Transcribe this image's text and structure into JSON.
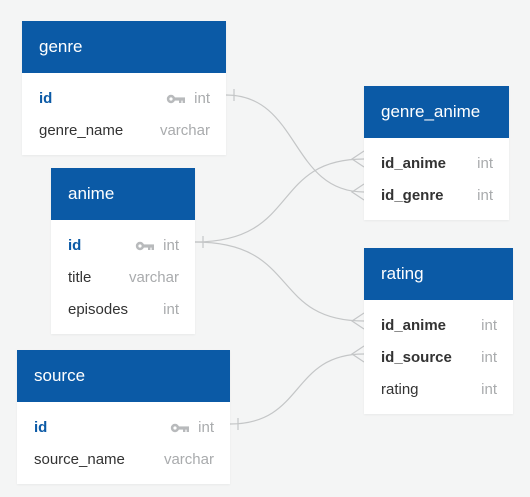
{
  "colors": {
    "header": "#0b5aa6",
    "primary_key": "#0b5aa6",
    "link": "#c4c6c7",
    "type_text": "#a9abad",
    "background": "#f4f5f5"
  },
  "tables": {
    "genre": {
      "name": "genre",
      "rows": [
        {
          "name": "id",
          "type": "int",
          "icon": "key-icon"
        },
        {
          "name": "genre_name",
          "type": "varchar"
        }
      ]
    },
    "anime": {
      "name": "anime",
      "rows": [
        {
          "name": "id",
          "type": "int",
          "icon": "key-icon"
        },
        {
          "name": "title",
          "type": "varchar"
        },
        {
          "name": "episodes",
          "type": "int"
        }
      ]
    },
    "source": {
      "name": "source",
      "rows": [
        {
          "name": "id",
          "type": "int",
          "icon": "key-icon"
        },
        {
          "name": "source_name",
          "type": "varchar"
        }
      ]
    },
    "genre_anime": {
      "name": "genre_anime",
      "rows": [
        {
          "name": "id_anime",
          "type": "int"
        },
        {
          "name": "id_genre",
          "type": "int"
        }
      ]
    },
    "rating": {
      "name": "rating",
      "rows": [
        {
          "name": "id_anime",
          "type": "int"
        },
        {
          "name": "id_source",
          "type": "int"
        },
        {
          "name": "rating",
          "type": "int"
        }
      ]
    }
  }
}
